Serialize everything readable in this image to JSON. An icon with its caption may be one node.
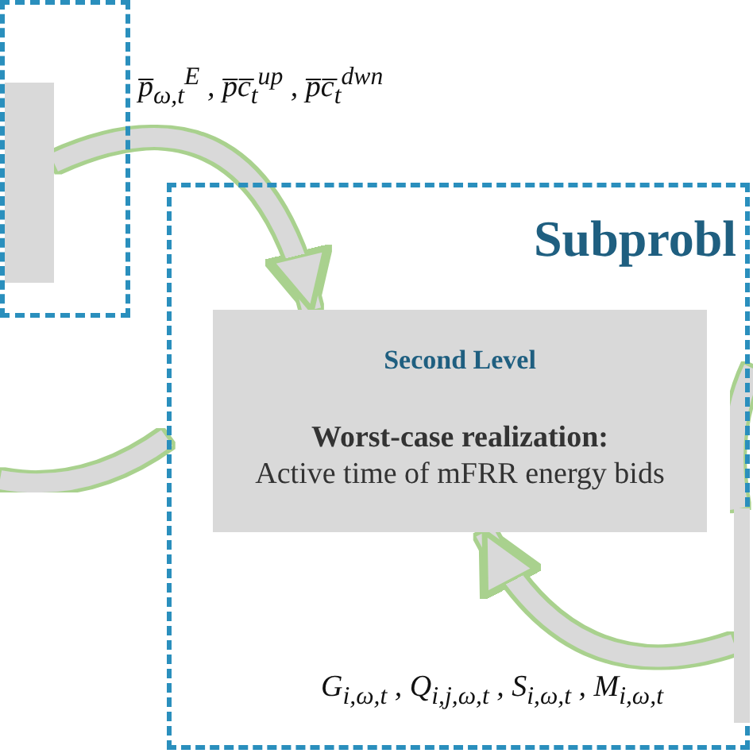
{
  "diagram": {
    "nodes": [
      {
        "text": [],
        "shape": "box"
      },
      {
        "text": [],
        "shape": "box",
        "in": 0
      },
      {
        "text": [
          "Subprobl"
        ]
      },
      {
        "text": [
          "Second Level",
          "Worst-case realization:",
          "Active time of mFRR energy bids"
        ],
        "in": 2
      },
      {
        "text": [],
        "shape": "box",
        "in": 2
      }
    ],
    "edges": [
      {
        "from": 1,
        "to": 3,
        "arrow": "to",
        "label": "p̅$_{ω,t}$$^{E}$ , p̅c̅$_{t}$$^{up}$ , p̅c̅$_{t}$$^{dwn}$"
      },
      {
        "from": 4,
        "to": 3,
        "arrow": "to",
        "label": "G$_{i,ω,t}$ , Q$_{i,j,ω,t}$ , S$_{i,ω,t}$ , M$_{i,ω,t}$"
      },
      {
        "from": null,
        "to": 2,
        "arrow": "none"
      },
      {
        "from": 4,
        "to": null,
        "arrow": "none"
      }
    ]
  }
}
